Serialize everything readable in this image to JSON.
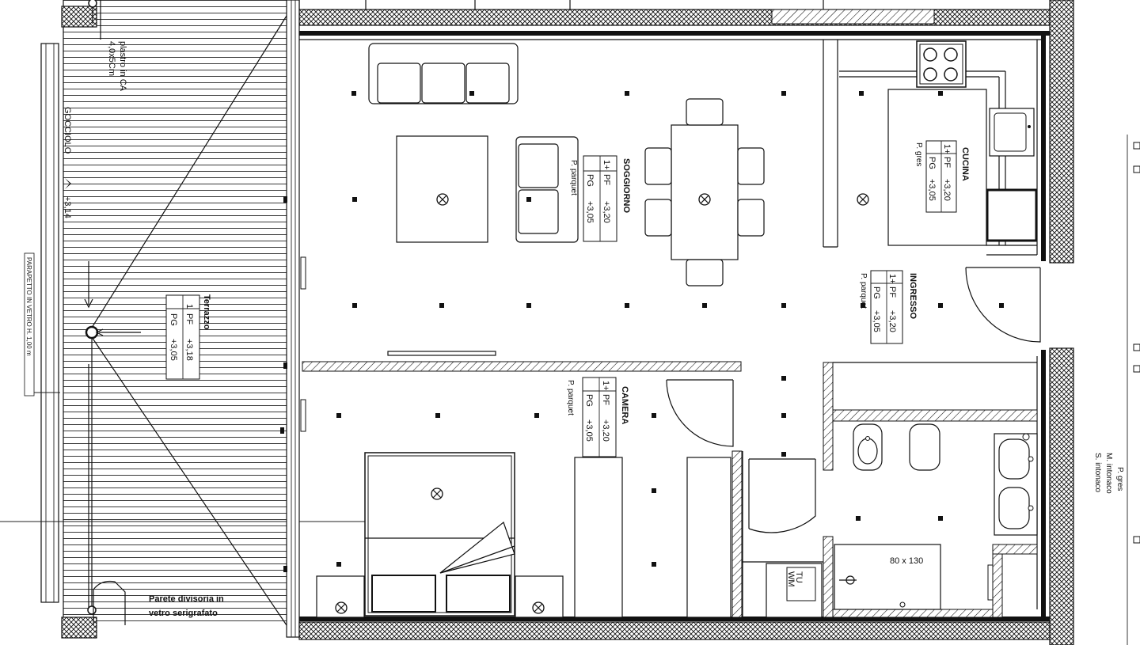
{
  "rooms": {
    "soggiorno": {
      "name": "SOGGIORNO",
      "floor": "P. parquet",
      "pf_label": "PF",
      "pf": "+3,20",
      "pg_label": "PG",
      "pg": "+3,05",
      "index": "1+"
    },
    "cucina": {
      "name": "CUCINA",
      "floor": "P. gres",
      "pf_label": "PF",
      "pf": "+3,20",
      "pg_label": "PG",
      "pg": "+3,05",
      "index": "1+"
    },
    "ingresso": {
      "name": "INGRESSO",
      "floor": "P. parquet",
      "pf_label": "PF",
      "pf": "+3,20",
      "pg_label": "PG",
      "pg": "+3,05",
      "index": "1+"
    },
    "camera": {
      "name": "CAMERA",
      "floor": "P. parquet",
      "pf_label": "PF",
      "pf": "+3,20",
      "pg_label": "PG",
      "pg": "+3,05",
      "index": "1+"
    },
    "terrazzo": {
      "name": "Terrazzo",
      "pf_label": "PF",
      "pf": "+3,18",
      "pg_label": "PG",
      "pg": "+3,05",
      "index": "1"
    }
  },
  "terrace_notes": {
    "slab": "plastro in CA",
    "slab_dim": "4,0x5Cm",
    "gutter": "GOCCIOLO",
    "level": "+3,14",
    "parapet": "PARAPETTO IN VETRO H. 1,00 m"
  },
  "partition_note": {
    "line1": "Parete divisoria in",
    "line2": "vetro serigrafato"
  },
  "shower_size": "80 x 130",
  "laundry": {
    "line1": "TU",
    "line2": "WM"
  },
  "bath_finishes": {
    "floor": "P. gres",
    "wall": "M. intonaco",
    "ceiling": "S. intonaco"
  }
}
